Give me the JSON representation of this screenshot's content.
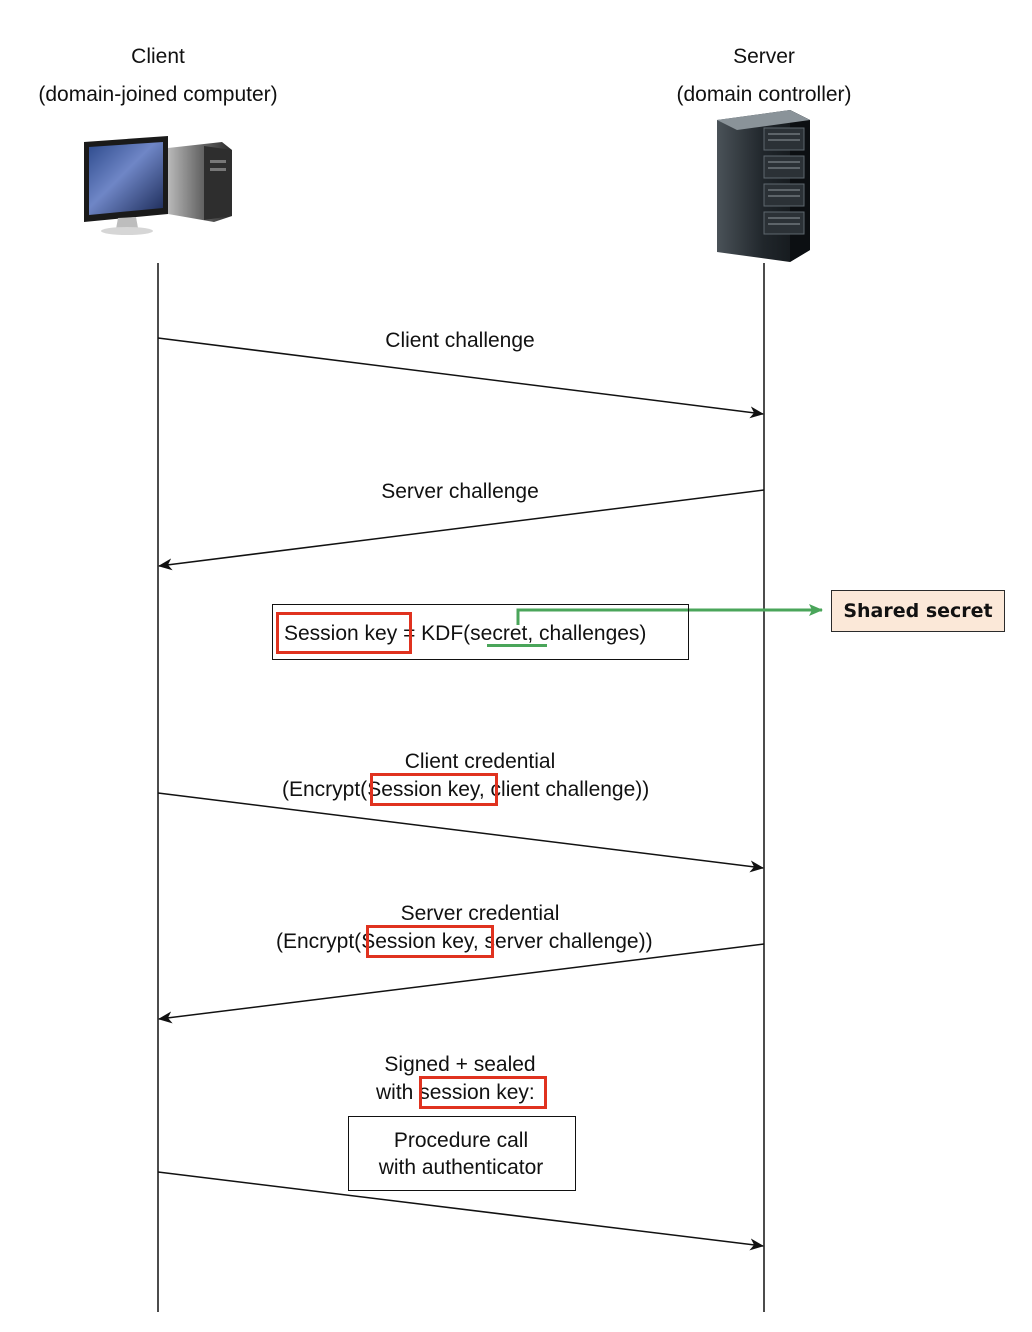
{
  "client": {
    "title": "Client",
    "subtitle": "(domain-joined computer)"
  },
  "server": {
    "title": "Server",
    "subtitle": "(domain controller)"
  },
  "messages": {
    "client_challenge": "Client challenge",
    "server_challenge": "Server challenge",
    "client_credential_title": "Client credential",
    "client_credential_encrypt_open": "(Encrypt(",
    "client_credential_key": "Session key",
    "client_credential_rest": ", client challenge))",
    "server_credential_title": "Server credential",
    "server_credential_encrypt_open": "(Encrypt(",
    "server_credential_key": "Session key",
    "server_credential_rest": ", server challenge))",
    "signed_sealed_line1": "Signed + sealed",
    "signed_sealed_with": "with",
    "signed_sealed_key": "session key",
    "signed_sealed_colon": ":",
    "procedure_line1": "Procedure call",
    "procedure_line2": "with authenticator"
  },
  "kdf": {
    "session_key": "Session key",
    "equals_kdf": " = KDF(",
    "secret": "secret",
    "rest": ", challenges)"
  },
  "callout": {
    "shared_secret": "Shared secret"
  },
  "colors": {
    "highlight_red": "#e0321f",
    "arrow_green": "#4aa55a",
    "callout_fill": "#fbe8d8",
    "line": "#111111"
  }
}
